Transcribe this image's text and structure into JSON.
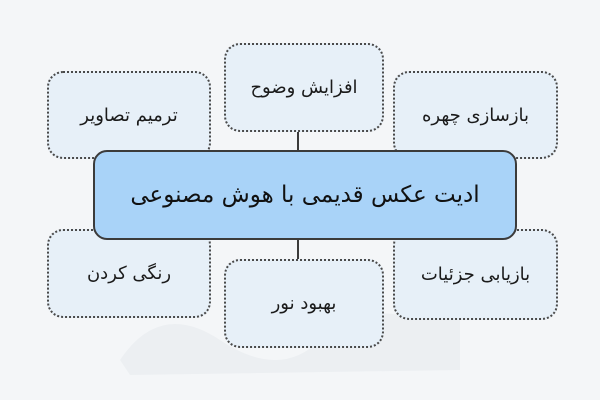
{
  "diagram": {
    "center_label": "ادیت عکس قدیمی با هوش مصنوعی",
    "nodes": [
      {
        "id": "top-center",
        "label": "افزایش وضوح"
      },
      {
        "id": "top-left",
        "label": "ترمیم تصاویر"
      },
      {
        "id": "top-right",
        "label": "بازسازی چهره"
      },
      {
        "id": "bottom-left",
        "label": "رنگی کردن"
      },
      {
        "id": "bottom-center",
        "label": "بهبود نور"
      },
      {
        "id": "bottom-right",
        "label": "بازیابی جزئیات"
      }
    ]
  },
  "colors": {
    "background": "#f4f6f8",
    "center_fill": "#a9d3f8",
    "node_fill": "#e7f0f8",
    "border": "#3b3b3b"
  }
}
